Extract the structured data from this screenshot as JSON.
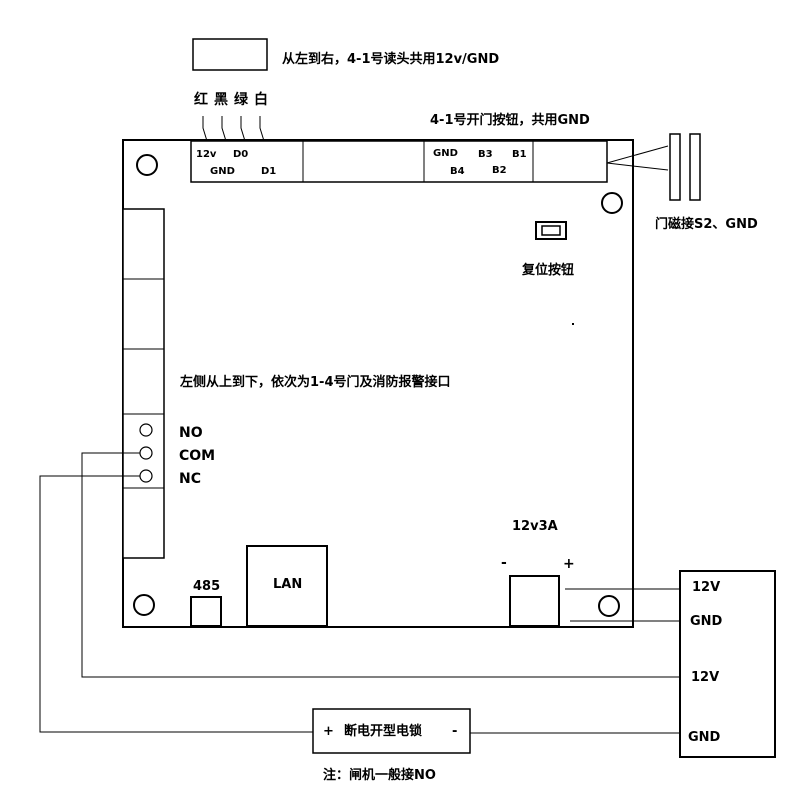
{
  "reader": {
    "note": "从左到右，4-1号读头共用12v/GND",
    "wire_colors": [
      "红",
      "黑",
      "绿",
      "白"
    ],
    "pins": [
      "12v",
      "GND",
      "D0",
      "D1"
    ]
  },
  "buttons": {
    "note": "4-1号开门按钮，共用GND",
    "pins": [
      "GND",
      "B3",
      "B1",
      "B4",
      "B2"
    ]
  },
  "door_sensor": {
    "label": "门磁接S2、GND"
  },
  "reset": {
    "label": "复位按钮"
  },
  "relay": {
    "note": "左侧从上到下，依次为1-4号门及消防报警接口",
    "terminals": [
      "NO",
      "COM",
      "NC"
    ]
  },
  "power_input": {
    "label": "12v3A",
    "minus": "-",
    "plus": "+"
  },
  "ports": {
    "rs485": "485",
    "lan": "LAN"
  },
  "psu": {
    "out1_pos": "12V",
    "out1_gnd": "GND",
    "out2_pos": "12V",
    "out2_gnd": "GND"
  },
  "lock": {
    "plus": "+",
    "label": "断电开型电锁",
    "minus": "-"
  },
  "footer_note": "注：闸机一般接NO"
}
